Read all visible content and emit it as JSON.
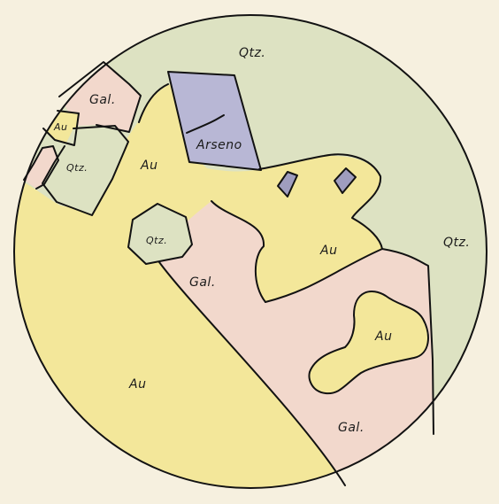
{
  "labels": {
    "qtz_top": "Qtz.",
    "gal_top_left": "Gal.",
    "au_small_left": "Au",
    "qtz_left_grain": "Qtz.",
    "au_upper_center": "Au",
    "arseno": "Arseno",
    "qtz_right": "Qtz.",
    "qtz_center_grain": "Qtz.",
    "au_center_right": "Au",
    "gal_center": "Gal.",
    "au_lower_right": "Au",
    "au_lower_left": "Au",
    "gal_bottom": "Gal."
  },
  "colors": {
    "background": "#f6f0df",
    "quartz": "#dde2c2",
    "gold": "#f3e79a",
    "galena": "#f2d8cc",
    "arsenopyrite": "#b8b7d5",
    "outline": "#121212"
  }
}
